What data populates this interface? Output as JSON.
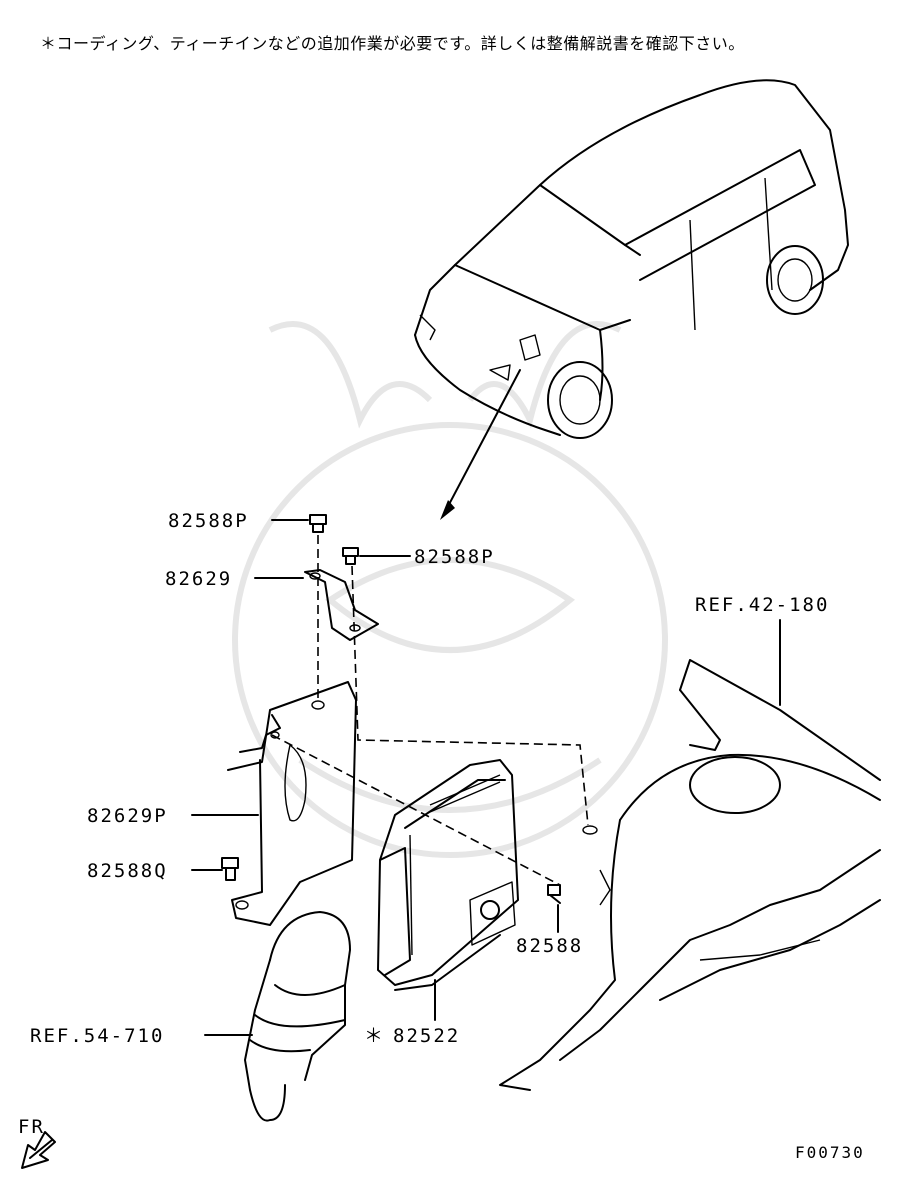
{
  "note": "＊コーディング、ティーチインなどの追加作業が必要です。詳しくは整備解説書を確認下さい。",
  "labels": {
    "bolt_top_left": "82588P",
    "bolt_top_right": "82588P",
    "bracket_small": "82629",
    "bracket_main": "82629P",
    "bolt_q": "82588Q",
    "bolt_ecu": "82588",
    "ecu_mark": "＊",
    "ecu": "82522",
    "ref_body": "REF.42-180",
    "ref_harness": "REF.54-710",
    "front": "FR",
    "figure_code": "F00730"
  }
}
